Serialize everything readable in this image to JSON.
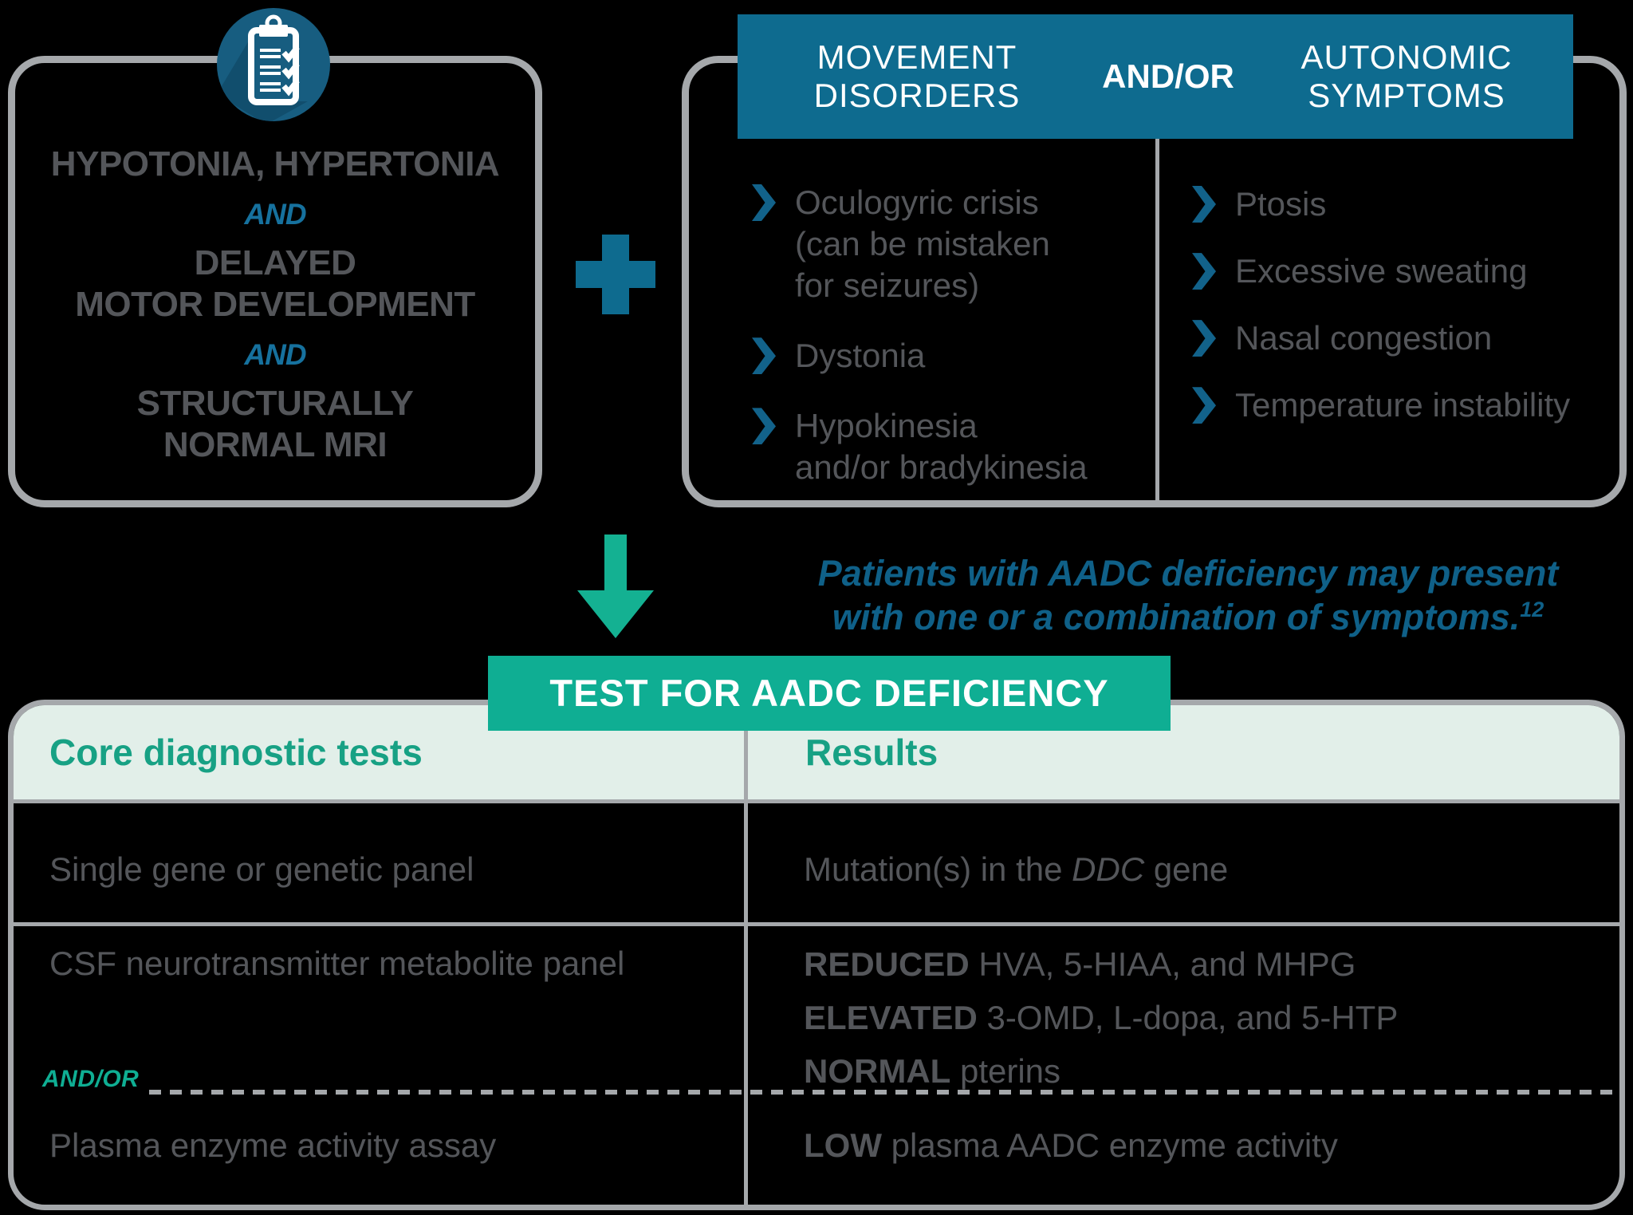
{
  "colors": {
    "teal_header": "#0e6b8f",
    "chevron_teal": "#12628a",
    "circle_blue": "#175d80",
    "and_blue": "#16719e",
    "statement_blue": "#0f6088",
    "green_banner": "#0fae93",
    "green_arrow": "#14b192",
    "green_table_text": "#17a184",
    "gray_text": "#54565a",
    "border_gray": "#a5a8ab",
    "mint_header_bg": "#e2efe9"
  },
  "criteria_box": {
    "icon": "clipboard-checklist",
    "line1": "HYPOTONIA, HYPERTONIA",
    "and1": "AND",
    "line2": "DELAYED\nMOTOR DEVELOPMENT",
    "and2": "AND",
    "line3": "STRUCTURALLY\nNORMAL MRI"
  },
  "plus_sign": "+",
  "symptoms_box": {
    "header": {
      "movement": "MOVEMENT\nDISORDERS",
      "andor": "AND/OR",
      "autonomic": "AUTONOMIC\nSYMPTOMS"
    },
    "movement_items": [
      "Oculogyric crisis\n(can be mistaken\nfor seizures)",
      "Dystonia",
      "Hypokinesia\nand/or bradykinesia"
    ],
    "autonomic_items": [
      "Ptosis",
      "Excessive sweating",
      "Nasal congestion",
      "Temperature instability"
    ]
  },
  "statement": {
    "line1": "Patients with AADC deficiency may present",
    "line2": "with one or a combination of symptoms.",
    "superscript": "12"
  },
  "banner": {
    "label": "TEST FOR AADC DEFICIENCY"
  },
  "table": {
    "col1_header": "Core diagnostic tests",
    "col2_header": "Results",
    "row1": {
      "test": "Single gene or genetic panel",
      "result_prefix": "Mutation(s) in the ",
      "result_gene": "DDC",
      "result_suffix": " gene"
    },
    "row2": {
      "test": "CSF neurotransmitter metabolite panel",
      "results": [
        {
          "lead": "REDUCED",
          "rest": " HVA, 5-HIAA, and MHPG"
        },
        {
          "lead": "ELEVATED",
          "rest": " 3-OMD, L-dopa, and 5-HTP"
        },
        {
          "lead": "NORMAL",
          "rest": " pterins"
        }
      ]
    },
    "andor": "AND/OR",
    "row3": {
      "test": "Plasma enzyme activity assay",
      "result_lead": "LOW",
      "result_rest": " plasma AADC enzyme activity"
    }
  }
}
